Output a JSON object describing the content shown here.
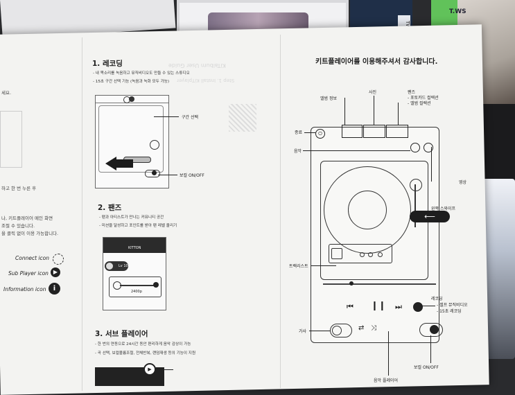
{
  "left_panel": {
    "partial_text_1": "세요.",
    "partial_text_2": "하고 한 번 누른 후",
    "partial_text_3": "나, 키트플레이어 메인 화면",
    "partial_text_4": "조절 수 있습니다.",
    "partial_text_5": "을 클릭 없이 이용 가능합니다.",
    "icons": [
      {
        "label": "Connect icon",
        "icon": "connect-icon"
      },
      {
        "label": "Sub Player icon",
        "icon": "play-icon"
      },
      {
        "label": "Information icon",
        "icon": "info-icon"
      }
    ]
  },
  "middle_panel": {
    "section1_title": "1. 레코딩",
    "section1_bullet1": "- 내 목소리를 녹음하고 뮤직비디오도 만들 수 있는 스튜디오",
    "section1_bullet2": "- 15초 구간 선택 기능 (녹음과 녹화 모두 가능)",
    "section1_callout1": "구간 선택",
    "section1_callout2": "보컬 ON/OFF",
    "guide_title": "KiTalbum User Guide",
    "guide_step": "Step 1. Install KiTplayer",
    "section2_title": "2. 팬즈",
    "section2_bullet1": "- 팬과 아티스트가 만나는 커뮤니티 공간",
    "section2_bullet2": "- 미션을 달성하고 포인트를 받아 팬 레벨 올리기",
    "section2_app_title": "KITTON",
    "section2_level": "Lv 10",
    "section2_points": "2400p",
    "section3_title": "3. 서브 플레이어",
    "section3_bullet1": "- 한 번의 연동으로 24시간 동안 편리하게 음악 감상이 가능",
    "section3_bullet2": "- 곡 선택, 보컬볼륨조절, 전체반복, 랜덤재생 등의 기능이 지원"
  },
  "right_panel": {
    "title": "키트플레이어를 이용해주셔서 감사합니다.",
    "labels": {
      "album_info": "앨범 정보",
      "photo": "사진",
      "fans": "팬즈",
      "fans_sub1": "- 포토카드 컬렉션",
      "fans_sub2": "- 앨범 컬렉션",
      "power": "종료",
      "music": "음악",
      "video": "영상",
      "left_swipe": "왼쪽 스와이프",
      "tracklist": "트랙리스트",
      "recording": "레코딩",
      "recording_sub1": "- 셀프 뮤직비디오",
      "recording_sub2": "- 15초 레코딩",
      "lyrics": "가사",
      "vocal_onoff": "보컬 ON/OFF",
      "music_player": "음악 플레이어"
    }
  },
  "background": {
    "box_label": "TWS",
    "card_label": "T.WS"
  }
}
